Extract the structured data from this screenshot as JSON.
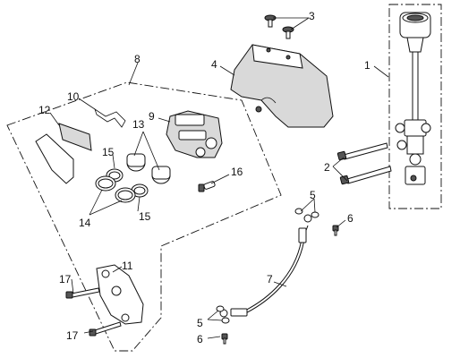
{
  "callouts": {
    "c1": "1",
    "c2": "2",
    "c3": "3",
    "c4": "4",
    "c5a": "5",
    "c5b": "5",
    "c6a": "6",
    "c6b": "6",
    "c7": "7",
    "c8": "8",
    "c9": "9",
    "c10": "10",
    "c11": "11",
    "c12": "12",
    "c13": "13",
    "c14": "14",
    "c15a": "15",
    "c15b": "15",
    "c16": "16",
    "c17a": "17",
    "c17b": "17"
  }
}
